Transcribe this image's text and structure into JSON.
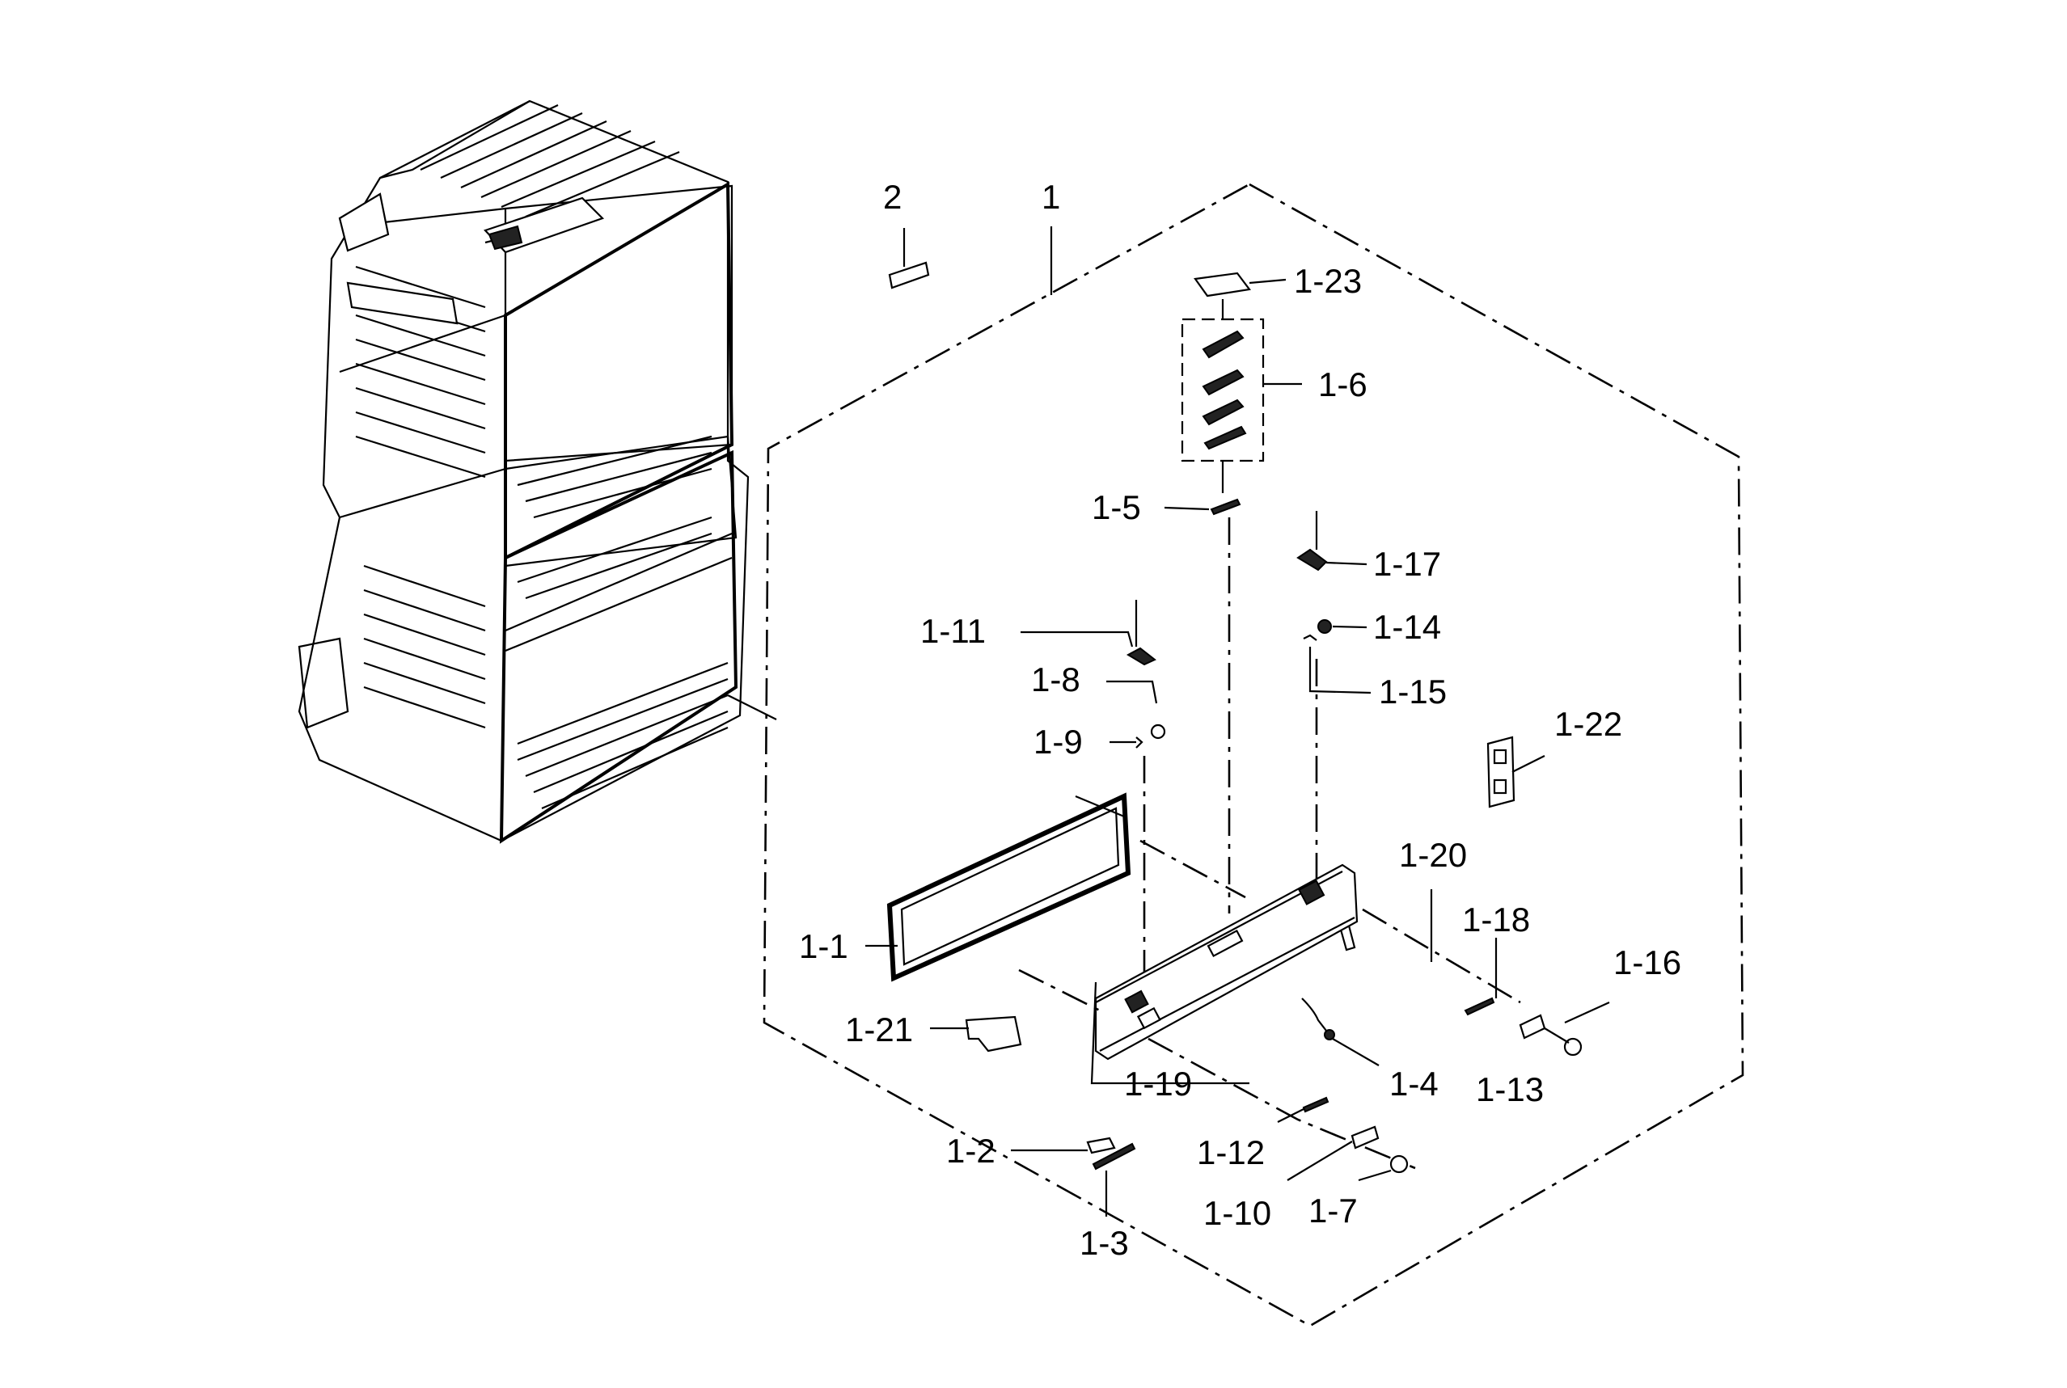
{
  "diagram": {
    "callouts": [
      {
        "id": "2",
        "label": "2"
      },
      {
        "id": "1",
        "label": "1"
      },
      {
        "id": "1-23",
        "label": "1-23"
      },
      {
        "id": "1-6",
        "label": "1-6"
      },
      {
        "id": "1-5",
        "label": "1-5"
      },
      {
        "id": "1-17",
        "label": "1-17"
      },
      {
        "id": "1-14",
        "label": "1-14"
      },
      {
        "id": "1-15",
        "label": "1-15"
      },
      {
        "id": "1-11",
        "label": "1-11"
      },
      {
        "id": "1-8",
        "label": "1-8"
      },
      {
        "id": "1-9",
        "label": "1-9"
      },
      {
        "id": "1-22",
        "label": "1-22"
      },
      {
        "id": "1-20",
        "label": "1-20"
      },
      {
        "id": "1-18",
        "label": "1-18"
      },
      {
        "id": "1-16",
        "label": "1-16"
      },
      {
        "id": "1-1",
        "label": "1-1"
      },
      {
        "id": "1-21",
        "label": "1-21"
      },
      {
        "id": "1-19",
        "label": "1-19"
      },
      {
        "id": "1-4",
        "label": "1-4"
      },
      {
        "id": "1-13",
        "label": "1-13"
      },
      {
        "id": "1-12",
        "label": "1-12"
      },
      {
        "id": "1-2",
        "label": "1-2"
      },
      {
        "id": "1-10",
        "label": "1-10"
      },
      {
        "id": "1-7",
        "label": "1-7"
      },
      {
        "id": "1-3",
        "label": "1-3"
      }
    ]
  }
}
